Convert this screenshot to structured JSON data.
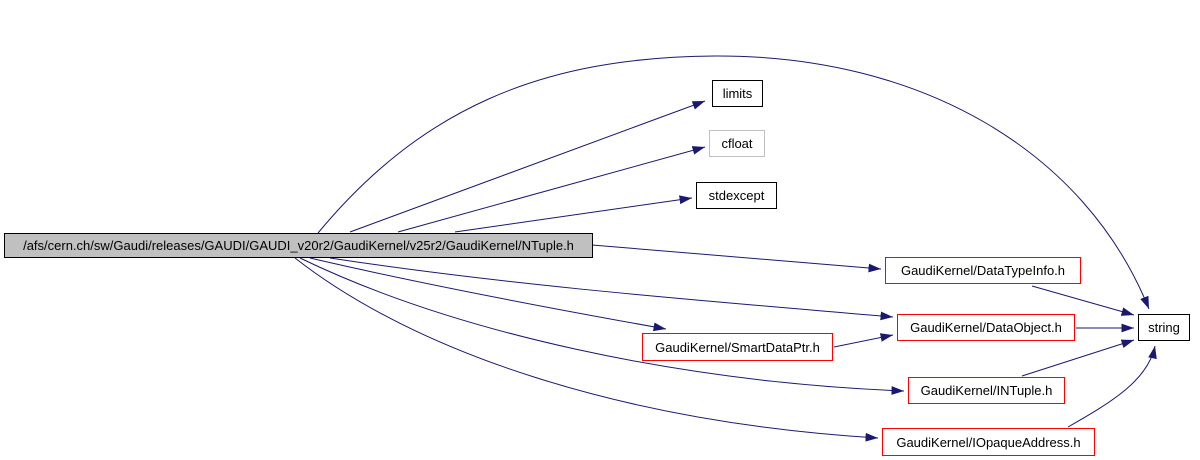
{
  "diagram": {
    "kind": "include-dependency-graph",
    "background_color": "#ffffff",
    "edge_color": "#191970",
    "main_node_fill": "#c0c0c0",
    "external_node_border": "#ff0000",
    "default_node_border": "#000000",
    "unresolved_node_border": "#c0c0c0",
    "nodes": {
      "main": {
        "label": "/afs/cern.ch/sw/Gaudi/releases/GAUDI/GAUDI_v20r2/GaudiKernel/v25r2/GaudiKernel/NTuple.h",
        "fill": "#c0c0c0",
        "border": "#000000"
      },
      "limits": {
        "label": "limits",
        "fill": "#ffffff",
        "border": "#000000"
      },
      "cfloat": {
        "label": "cfloat",
        "fill": "#ffffff",
        "border": "#c0c0c0"
      },
      "stdexcept": {
        "label": "stdexcept",
        "fill": "#ffffff",
        "border": "#000000"
      },
      "datatypeinfo": {
        "label": "GaudiKernel/DataTypeInfo.h",
        "fill": "#ffffff",
        "border": "#ff0000"
      },
      "dataobject": {
        "label": "GaudiKernel/DataObject.h",
        "fill": "#ffffff",
        "border": "#ff0000"
      },
      "smartdataptr": {
        "label": "GaudiKernel/SmartDataPtr.h",
        "fill": "#ffffff",
        "border": "#ff0000"
      },
      "intuple": {
        "label": "GaudiKernel/INTuple.h",
        "fill": "#ffffff",
        "border": "#ff0000"
      },
      "iopaqueaddress": {
        "label": "GaudiKernel/IOpaqueAddress.h",
        "fill": "#ffffff",
        "border": "#ff0000"
      },
      "string": {
        "label": "string",
        "fill": "#ffffff",
        "border": "#000000"
      }
    },
    "edges": [
      {
        "from": "main",
        "to": "limits"
      },
      {
        "from": "main",
        "to": "cfloat"
      },
      {
        "from": "main",
        "to": "stdexcept"
      },
      {
        "from": "main",
        "to": "string"
      },
      {
        "from": "main",
        "to": "datatypeinfo"
      },
      {
        "from": "main",
        "to": "dataobject"
      },
      {
        "from": "main",
        "to": "smartdataptr"
      },
      {
        "from": "main",
        "to": "intuple"
      },
      {
        "from": "main",
        "to": "iopaqueaddress"
      },
      {
        "from": "smartdataptr",
        "to": "dataobject"
      },
      {
        "from": "datatypeinfo",
        "to": "string"
      },
      {
        "from": "dataobject",
        "to": "string"
      },
      {
        "from": "intuple",
        "to": "string"
      },
      {
        "from": "iopaqueaddress",
        "to": "string"
      }
    ]
  }
}
